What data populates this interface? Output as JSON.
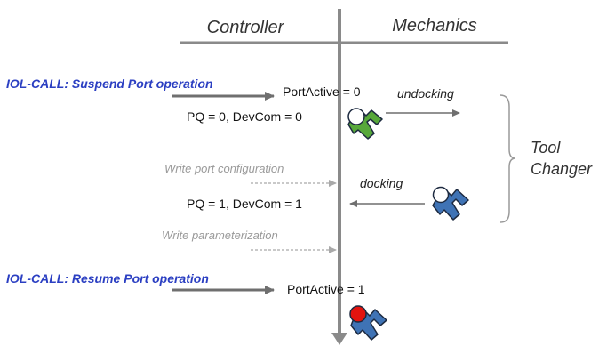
{
  "header": {
    "left_column": "Controller",
    "right_column": "Mechanics"
  },
  "steps": {
    "suspend_call": "IOL-CALL: Suspend Port operation",
    "port_active_0": "PortActive = 0",
    "pq_devcom_0": "PQ = 0, DevCom = 0",
    "undocking": "undocking",
    "write_port_config": "Write port configuration",
    "docking": "docking",
    "pq_devcom_1": "PQ = 1, DevCom = 1",
    "write_parameterization": "Write parameterization",
    "resume_call": "IOL-CALL: Resume Port operation",
    "port_active_1": "PortActive = 1"
  },
  "tool_changer": {
    "line1": "Tool",
    "line2": "Changer"
  },
  "colors": {
    "iol_call_text": "#2b3fc2",
    "timeline": "#8a8a8a",
    "header_text": "#333333",
    "dim_text": "#9a9a9a",
    "gripper_green": "#57a83a",
    "gripper_blue": "#3f73b5",
    "gripper_outline": "#1d2a40",
    "status_red": "#e3140f"
  },
  "icons": {
    "gripper_undocking": "gripper-green-icon",
    "gripper_docking": "gripper-blue-icon",
    "gripper_resume": "gripper-blue-red-icon"
  }
}
